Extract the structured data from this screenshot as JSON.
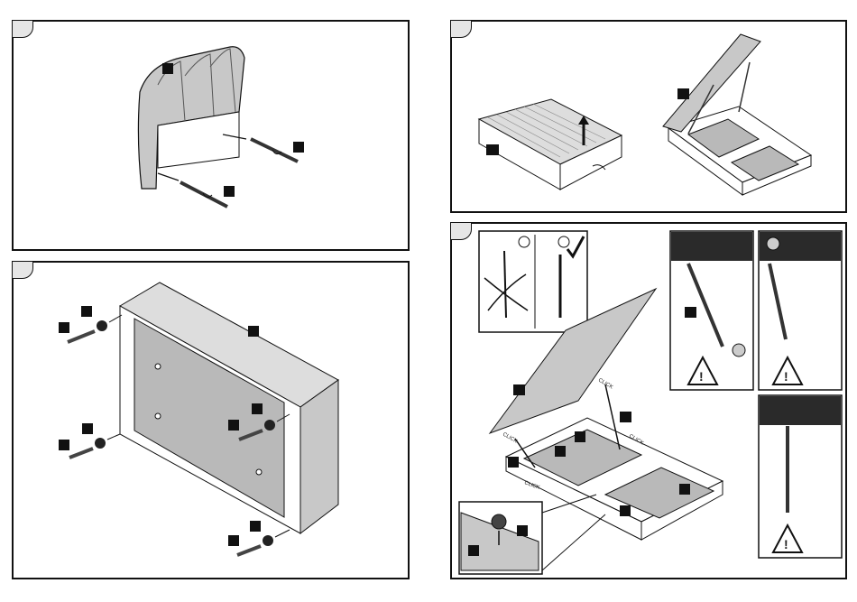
{
  "panels": [
    {
      "id": "headboard-attach"
    },
    {
      "id": "lift-mechanism"
    },
    {
      "id": "bed-base-feet"
    },
    {
      "id": "gas-piston-install"
    }
  ],
  "labels": {
    "click": "CLICK"
  },
  "icons": [
    "sad-face-icon",
    "happy-face-icon",
    "check-mark-icon",
    "cross-mark-icon",
    "warning-triangle-icon",
    "arrow-icon"
  ],
  "colors": {
    "outline": "#111111",
    "fill_gray": "#c8c8c8",
    "board_gray": "#b9b9b9",
    "shade_dark": "#2a2a2a"
  }
}
